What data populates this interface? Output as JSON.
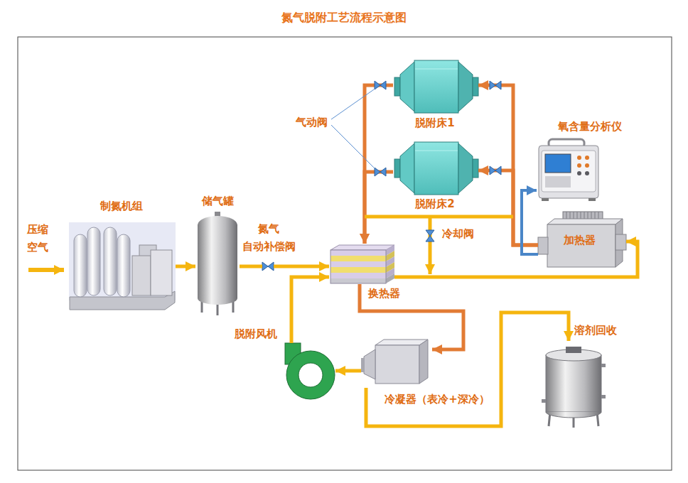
{
  "diagram": {
    "title": "氮气脱附工艺流程示意图",
    "nodes": [
      {
        "text": [
          "制氮机组"
        ]
      },
      {
        "text": [
          "储气罐"
        ]
      },
      {
        "text": [
          "氮气 自动补偿阀"
        ]
      },
      {
        "text": [
          "脱附床1"
        ]
      },
      {
        "text": [
          "脱附床2"
        ]
      },
      {
        "text": [
          "氧含量分析仪"
        ]
      },
      {
        "text": [
          "加热器"
        ]
      },
      {
        "text": [
          "换热器"
        ]
      },
      {
        "text": [
          "脱附风机"
        ]
      },
      {
        "text": [
          "冷凝器（表冷+深冷）"
        ]
      },
      {
        "text": [
          "溶剂回收"
        ]
      }
    ],
    "edges": [
      {
        "from": 0,
        "to": 1,
        "arrow": "to"
      },
      {
        "from": 1,
        "to": 2,
        "arrow": "none"
      },
      {
        "from": 2,
        "to": 7,
        "arrow": "to"
      },
      {
        "from": 7,
        "to": 6,
        "arrow": "to"
      },
      {
        "from": 6,
        "to": 3,
        "arrow": "to"
      },
      {
        "from": 6,
        "to": 4,
        "arrow": "to"
      },
      {
        "from": 6,
        "to": 5,
        "arrow": "to"
      },
      {
        "from": 3,
        "to": 7,
        "arrow": "to"
      },
      {
        "from": 4,
        "to": 7,
        "arrow": "to"
      },
      {
        "from": 7,
        "to": 9,
        "arrow": "to"
      },
      {
        "from": 9,
        "to": 8,
        "arrow": "to"
      },
      {
        "from": 8,
        "to": 7,
        "arrow": "to"
      },
      {
        "from": 9,
        "to": 10,
        "arrow": "to"
      }
    ],
    "labels": [
      "压缩 空气",
      "气动阀",
      "冷却阀"
    ]
  }
}
